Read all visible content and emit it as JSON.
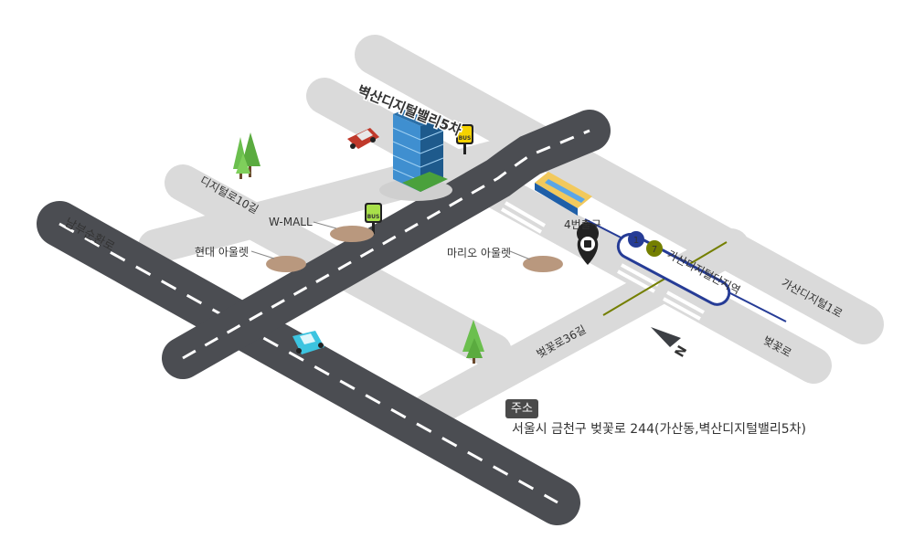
{
  "map": {
    "building_name": "벽산디지털밸리5차",
    "roads": {
      "namburing": "남부순환로",
      "digital_10gil": "디지털로10길",
      "gasan_digital_1ro": "가산디지털1로",
      "beotkkot_ro": "벚꽃로",
      "beotkkot_36gil": "벚꽃로36길"
    },
    "landmarks": {
      "wmall": "W-MALL",
      "hyundai_outlet": "현대 아울렛",
      "mario_outlet": "마리오 아울렛"
    },
    "station": {
      "exit_label": "4번출구",
      "name": "가산디지털단지역",
      "line_badges": [
        "1",
        "7"
      ]
    },
    "bus_label": "BUS",
    "north_label": "N"
  },
  "address": {
    "badge": "주소",
    "text": "서울시 금천구 벚꽃로 244(가산동,벽산디지털밸리5차)"
  },
  "colors": {
    "main_road": "#4b4d52",
    "side_road": "#d9d9d9",
    "line1": "#263c96",
    "line7": "#747f00",
    "car_red": "#c0392b",
    "car_blue": "#3cc4e0",
    "train": "#f2c95c",
    "tree": "#6bbf4e"
  }
}
